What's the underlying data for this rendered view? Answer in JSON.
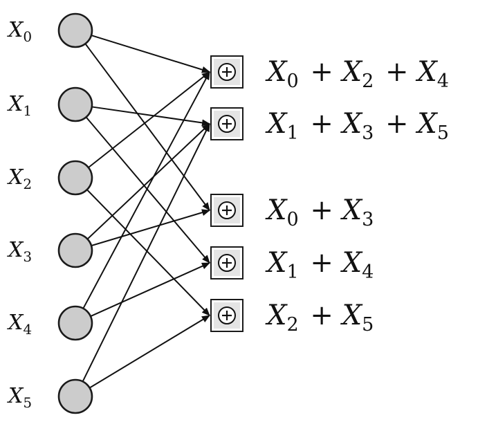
{
  "inputs": [
    {
      "var": "X",
      "sub": "0"
    },
    {
      "var": "X",
      "sub": "1"
    },
    {
      "var": "X",
      "sub": "2"
    },
    {
      "var": "X",
      "sub": "3"
    },
    {
      "var": "X",
      "sub": "4"
    },
    {
      "var": "X",
      "sub": "5"
    }
  ],
  "outputs": [
    {
      "terms": [
        {
          "var": "X",
          "sub": "0"
        },
        {
          "var": "X",
          "sub": "2"
        },
        {
          "var": "X",
          "sub": "4"
        }
      ],
      "inputs": [
        0,
        2,
        4
      ]
    },
    {
      "terms": [
        {
          "var": "X",
          "sub": "1"
        },
        {
          "var": "X",
          "sub": "3"
        },
        {
          "var": "X",
          "sub": "5"
        }
      ],
      "inputs": [
        1,
        3,
        5
      ]
    },
    {
      "terms": [
        {
          "var": "X",
          "sub": "0"
        },
        {
          "var": "X",
          "sub": "3"
        }
      ],
      "inputs": [
        0,
        3
      ]
    },
    {
      "terms": [
        {
          "var": "X",
          "sub": "1"
        },
        {
          "var": "X",
          "sub": "4"
        }
      ],
      "inputs": [
        1,
        4
      ]
    },
    {
      "terms": [
        {
          "var": "X",
          "sub": "2"
        },
        {
          "var": "X",
          "sub": "5"
        }
      ],
      "inputs": [
        2,
        5
      ]
    }
  ],
  "operator_symbol": "+",
  "icons": {
    "node": "input-node-circle",
    "adder": "xor-adder-box"
  },
  "colors": {
    "node_fill": "#cccccc",
    "stroke": "#111111"
  }
}
